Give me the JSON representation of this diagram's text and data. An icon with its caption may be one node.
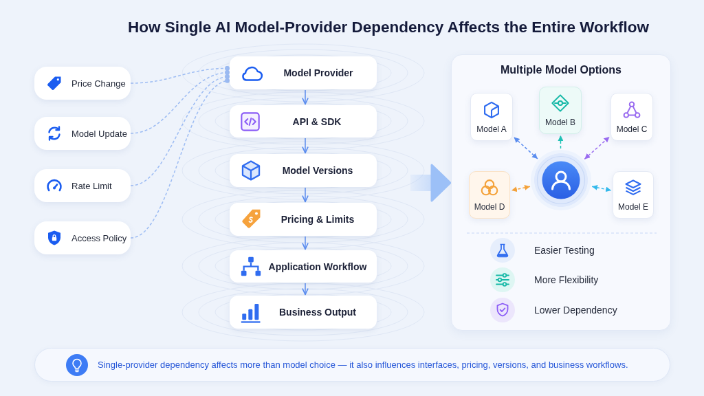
{
  "diagram": {
    "title": "How Single AI Model-Provider Dependency Affects the Entire Workflow",
    "nodes": [
      {
        "text": [
          "Price Change"
        ]
      },
      {
        "text": [
          "Model Update"
        ]
      },
      {
        "text": [
          "Rate Limit"
        ]
      },
      {
        "text": [
          "Access Policy"
        ]
      },
      {
        "text": [
          "Model Provider"
        ]
      },
      {
        "text": [
          "API & SDK"
        ]
      },
      {
        "text": [
          "Model Versions"
        ]
      },
      {
        "text": [
          "Pricing & Limits"
        ]
      },
      {
        "text": [
          "Application Workflow"
        ]
      },
      {
        "text": [
          "Business Output"
        ]
      },
      {
        "text": [
          "Multiple Model Options"
        ]
      },
      {
        "text": [
          "Model A"
        ],
        "in": 10
      },
      {
        "text": [
          "Model B"
        ],
        "in": 10
      },
      {
        "text": [
          "Model C"
        ],
        "in": 10
      },
      {
        "text": [
          "Model D"
        ],
        "in": 10
      },
      {
        "text": [],
        "shape": "circle",
        "in": 10
      },
      {
        "text": [
          "Model E"
        ],
        "in": 10
      },
      {
        "text": [
          "Single-provider dependency affects more than model choice — it also influences interfaces, pricing, versions, and business workflows."
        ]
      }
    ],
    "edges": [
      {
        "from": 0,
        "to": 4,
        "arrow": "other",
        "style": "dashed",
        "color": "#9dbcf3"
      },
      {
        "from": 1,
        "to": 4,
        "arrow": "other",
        "style": "dashed",
        "color": "#9dbcf3"
      },
      {
        "from": 2,
        "to": 4,
        "arrow": "other",
        "style": "dashed",
        "color": "#9dbcf3"
      },
      {
        "from": 3,
        "to": 4,
        "arrow": "other",
        "style": "dashed",
        "color": "#9dbcf3"
      },
      {
        "from": 4,
        "to": 5,
        "arrow": "to"
      },
      {
        "from": 5,
        "to": 6,
        "arrow": "to"
      },
      {
        "from": 6,
        "to": 7,
        "arrow": "to"
      },
      {
        "from": 7,
        "to": 8,
        "arrow": "to"
      },
      {
        "from": 8,
        "to": 9,
        "arrow": "to"
      },
      {
        "from": null,
        "to": 10,
        "arrow": "to",
        "style": "thick",
        "color": "#9cc0f7"
      },
      {
        "from": 15,
        "to": 11,
        "arrow": "both",
        "style": "dashed"
      },
      {
        "from": 15,
        "to": 12,
        "arrow": "to",
        "style": "dashed",
        "color": "#1fc3b5"
      },
      {
        "from": 15,
        "to": 13,
        "arrow": "both",
        "style": "dashed",
        "color": "#9a6cf0"
      },
      {
        "from": 15,
        "to": 14,
        "arrow": "both",
        "style": "dashed",
        "color": "#f4a23a"
      },
      {
        "from": 15,
        "to": 16,
        "arrow": "both",
        "style": "dashed",
        "color": "#33b9ec"
      }
    ],
    "labels": [
      "Easier Testing",
      "More Flexibility",
      "Lower Dependency"
    ]
  }
}
